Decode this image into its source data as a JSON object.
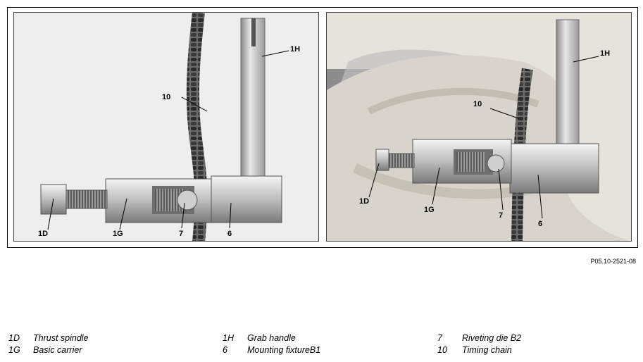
{
  "figure": {
    "left_photo": {
      "callouts": {
        "c1H": "1H",
        "c10": "10",
        "c1D": "1D",
        "c1G": "1G",
        "c7": "7",
        "c6": "6"
      }
    },
    "right_photo": {
      "callouts": {
        "c1H": "1H",
        "c10": "10",
        "c1D": "1D",
        "c1G": "1G",
        "c7": "7",
        "c6": "6"
      }
    },
    "reference": "P05.10-2521-08"
  },
  "legend": {
    "columns": [
      {
        "items": [
          {
            "code": "1D",
            "desc": "Thrust spindle"
          },
          {
            "code": "1G",
            "desc": "Basic carrier"
          }
        ]
      },
      {
        "items": [
          {
            "code": "1H",
            "desc": "Grab handle"
          },
          {
            "code": "6",
            "desc": "Mounting fixtureB1"
          }
        ]
      },
      {
        "items": [
          {
            "code": "7",
            "desc": "Riveting die B2"
          },
          {
            "code": "10",
            "desc": "Timing chain"
          }
        ]
      }
    ]
  }
}
